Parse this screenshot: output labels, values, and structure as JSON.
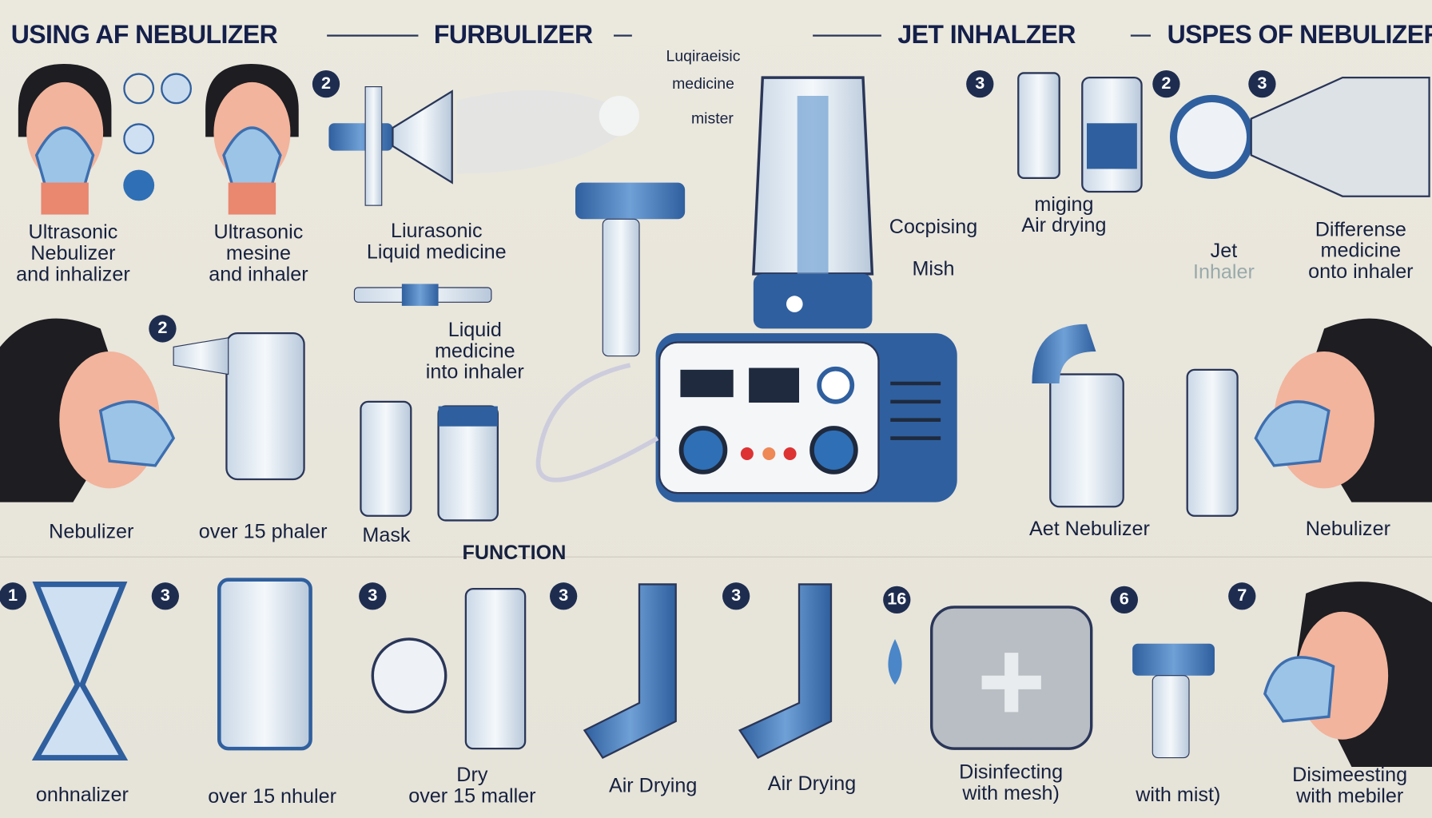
{
  "headings": [
    "USING AF NEBULIZER",
    "FURBULIZER",
    "JET INHALZER",
    "USPES OF NEBULIZER"
  ],
  "center_notes": [
    "Luqiraeisic",
    "medicine",
    "mister"
  ],
  "top_labels": {
    "a": [
      "Ultrasonic",
      "Nebulizer",
      "and inhalizer"
    ],
    "b": [
      "Ultrasonic",
      "mesine",
      "and inhaler"
    ],
    "c": [
      "Liurasonic",
      "Liquid medicine"
    ],
    "d": [
      "Cocpising",
      "Mish"
    ],
    "e": [
      "miging",
      "Air drying"
    ],
    "f": [
      "Jet",
      "Inhaler"
    ],
    "g": [
      "Differense",
      "medicine",
      "onto inhaler"
    ],
    "h": [
      "Liquid",
      "medicine",
      "into inhaler"
    ]
  },
  "middle_labels": [
    "Nebulizer",
    "over 15 phaler",
    "Mask",
    "Aet Nebulizer",
    "Nebulizer"
  ],
  "section_title": "FUNCTION",
  "bottom_labels": [
    "onhnalizer",
    "over 15 nhuler",
    "Dry",
    "over 15 maller",
    "Air Drying",
    "Air Drying",
    "Disinfecting",
    "with mesh)",
    "with mist)",
    "Disimeesting",
    "with mebiler"
  ],
  "badges": {
    "top": [
      "2",
      "2",
      "3",
      "2",
      "3"
    ],
    "bottom": [
      "1",
      "3",
      "3",
      "3",
      "3",
      "16",
      "6",
      "7"
    ]
  },
  "colors": {
    "navy": "#14204a",
    "blue": "#3d6fb0",
    "light_blue": "#9cc4e6",
    "skin": "#f2b49c",
    "background": "#e9e6dc"
  }
}
